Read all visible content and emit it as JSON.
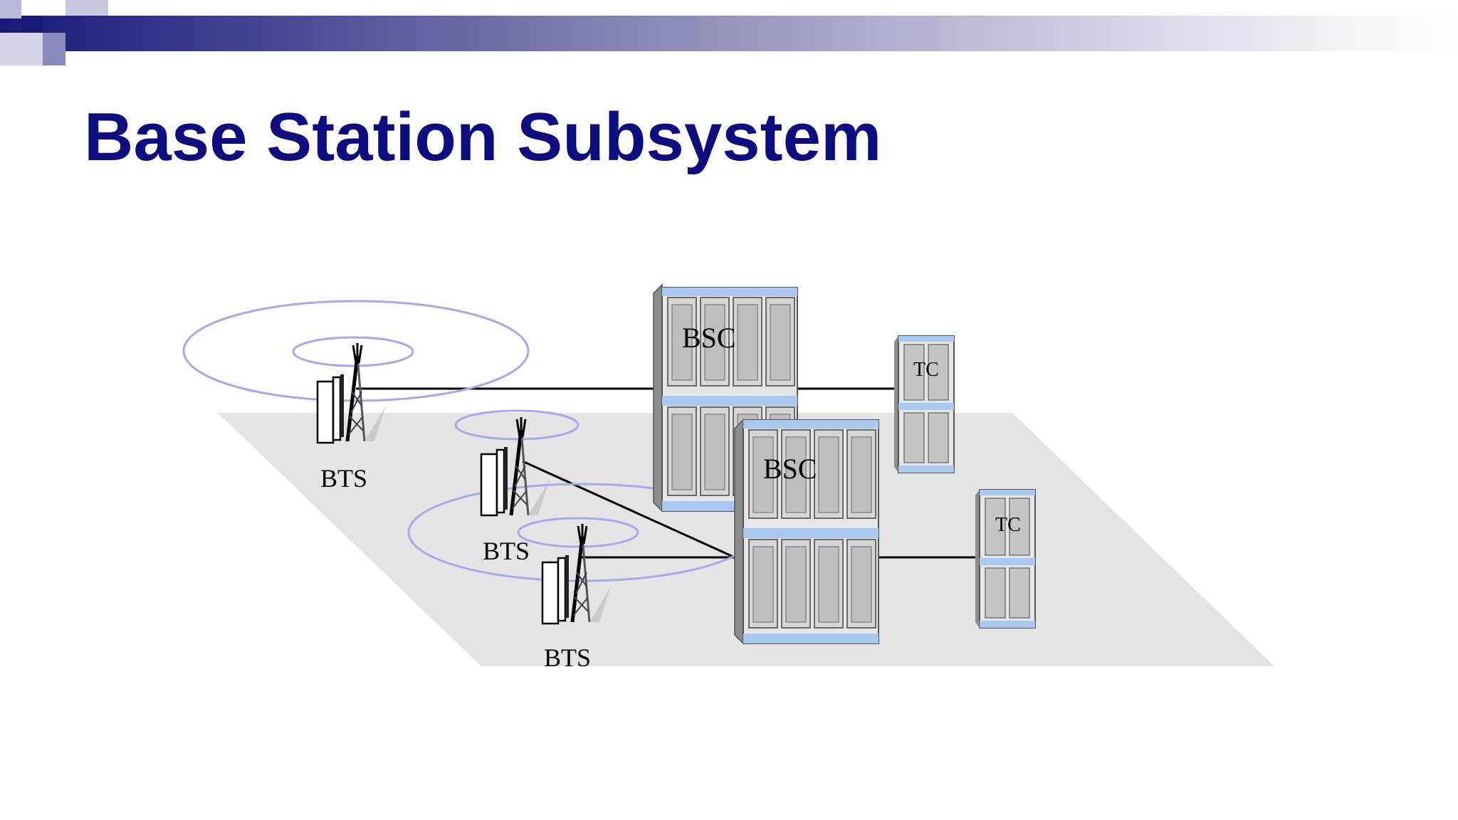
{
  "slide": {
    "title": "Base Station Subsystem"
  },
  "diagram": {
    "bts_labels": [
      "BTS",
      "BTS",
      "BTS"
    ],
    "bsc_labels": [
      "BSC",
      "BSC"
    ],
    "tc_labels": [
      "TC",
      "TC"
    ]
  },
  "colors": {
    "title": "#0c0c80",
    "banner_dark": "#1a1a7a",
    "ring": "#a8a8ee",
    "floor": "#e4e4e4",
    "cabinet_accent": "#a9c8f0"
  }
}
